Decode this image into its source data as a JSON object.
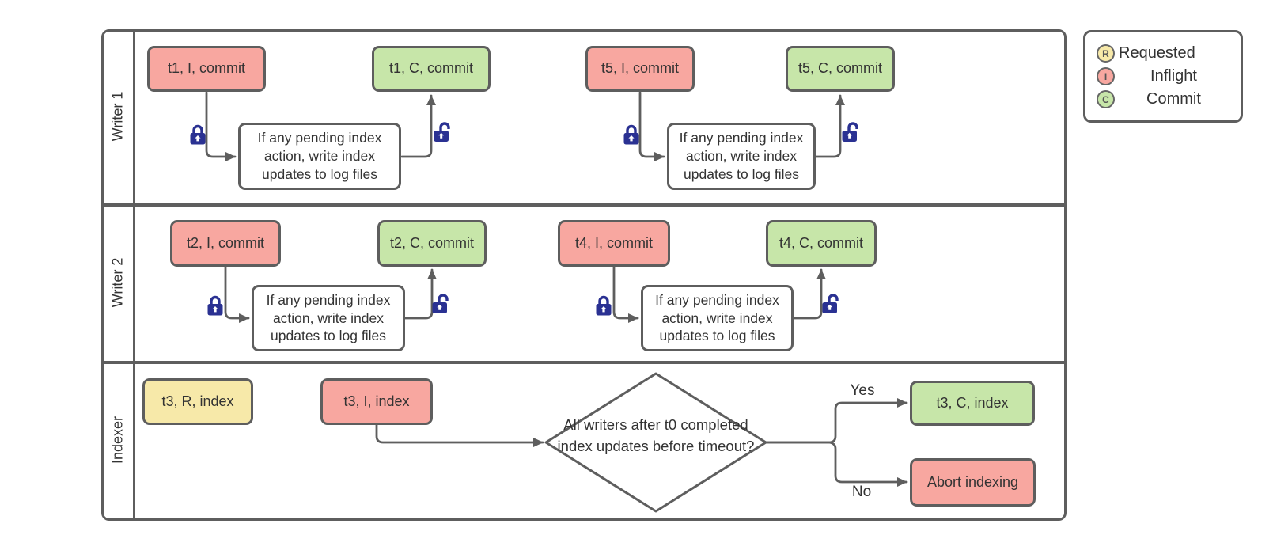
{
  "lanes": [
    {
      "label": "Writer 1"
    },
    {
      "label": "Writer 2"
    },
    {
      "label": "Indexer"
    }
  ],
  "writer1": {
    "t1_inflight": "t1, I, commit",
    "t1_commit": "t1, C, commit",
    "t5_inflight": "t5, I, commit",
    "t5_commit": "t5, C, commit",
    "process1": "If any pending index action, write index updates to log files",
    "process2": "If any pending index action, write index updates to log files"
  },
  "writer2": {
    "t2_inflight": "t2, I, commit",
    "t2_commit": "t2, C, commit",
    "t4_inflight": "t4, I, commit",
    "t4_commit": "t4, C, commit",
    "process1": "If any pending index action, write index updates to log files",
    "process2": "If any pending index action, write index updates to log files"
  },
  "indexer": {
    "t3_requested": "t3, R, index",
    "t3_inflight": "t3, I, index",
    "decision": "All writers after t0 completed index updates before timeout?",
    "yes_label": "Yes",
    "no_label": "No",
    "t3_commit": "t3, C, index",
    "abort": "Abort indexing"
  },
  "legend": {
    "items": [
      {
        "letter": "R",
        "label": "Requested",
        "color": "#f7e9a9"
      },
      {
        "letter": "I",
        "label": "Inflight",
        "color": "#f8a7a0"
      },
      {
        "letter": "C",
        "label": "Commit",
        "color": "#c7e6a9"
      }
    ]
  },
  "colors": {
    "requested": "#f7e9a9",
    "inflight": "#f8a7a0",
    "commit": "#c7e6a9",
    "stroke": "#5e5e5e",
    "lock": "#2a3192"
  }
}
